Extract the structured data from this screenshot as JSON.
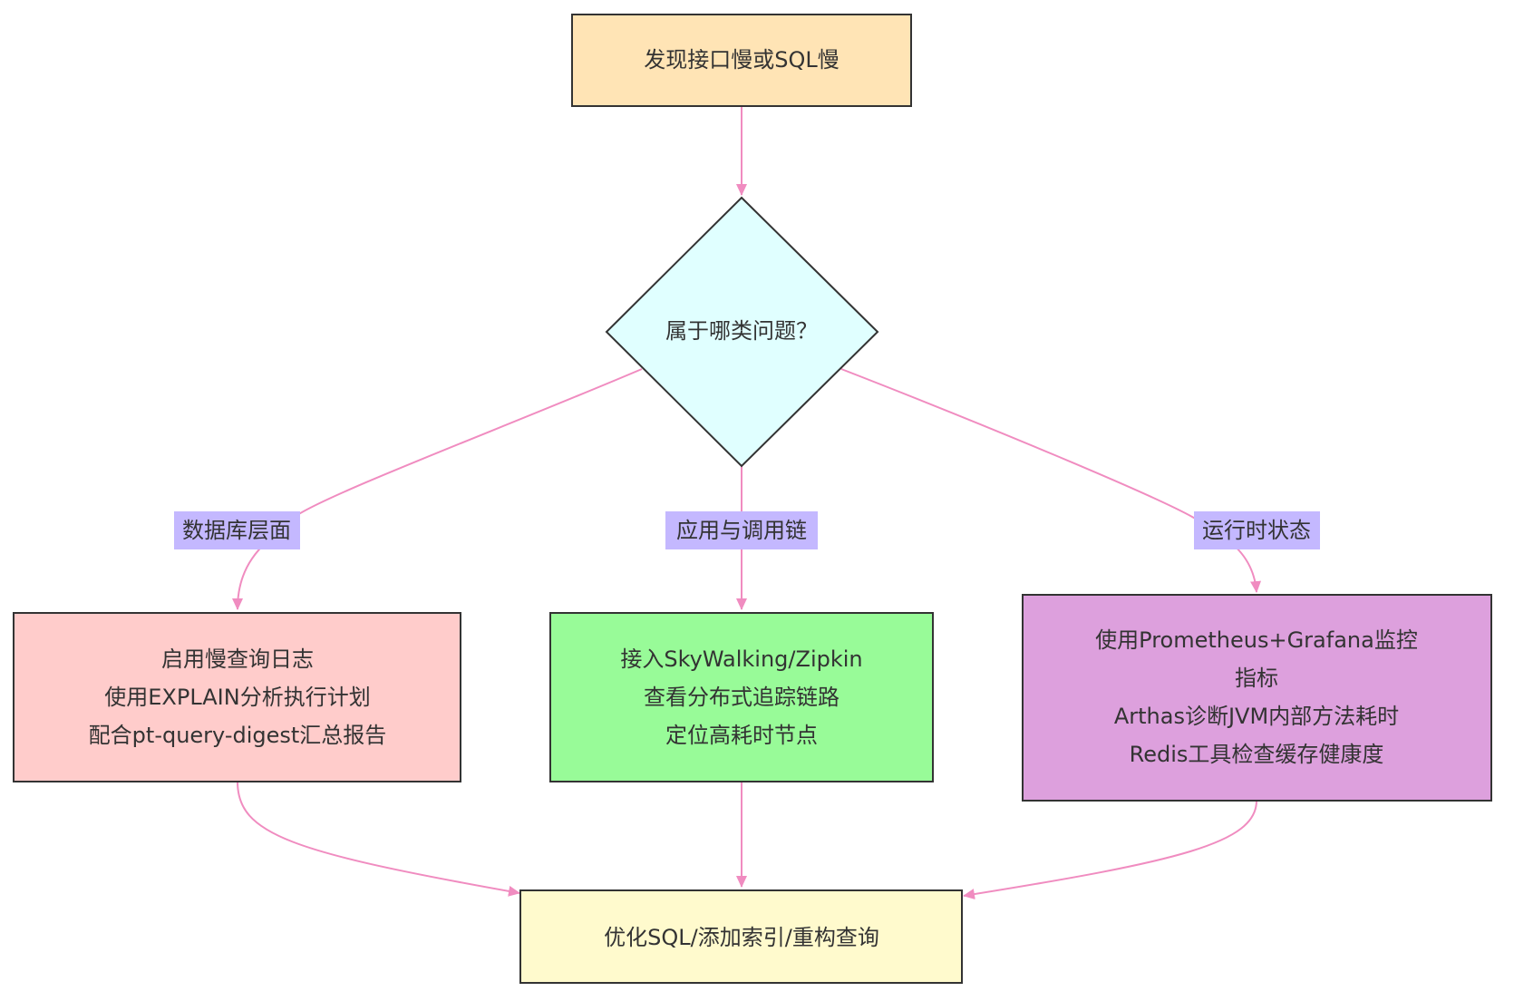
{
  "nodes": {
    "start": {
      "label": "发现接口慢或SQL慢",
      "fill": "#ffe4b5"
    },
    "decision": {
      "label": "属于哪类问题？",
      "fill": "#e0ffff"
    },
    "db": {
      "lines": [
        "启用慢查询日志",
        "使用EXPLAIN分析执行计划",
        "配合pt-query-digest汇总报告"
      ],
      "fill": "#ffcccb"
    },
    "app": {
      "lines": [
        "接入SkyWalking/Zipkin",
        "查看分布式追踪链路",
        "定位高耗时节点"
      ],
      "fill": "#98fb98"
    },
    "runtime": {
      "lines": [
        "使用Prometheus+Grafana监控",
        "指标",
        "Arthas诊断JVM内部方法耗时",
        "Redis工具检查缓存健康度"
      ],
      "fill": "#dda0dd"
    },
    "end": {
      "label": "优化SQL/添加索引/重构查询",
      "fill": "#fffacd"
    }
  },
  "edges": {
    "db_label": "数据库层面",
    "app_label": "应用与调用链",
    "runtime_label": "运行时状态"
  },
  "colors": {
    "edge": "#f08cc0",
    "edge_label_bg": "#c4b8ff",
    "node_stroke": "#333333"
  }
}
